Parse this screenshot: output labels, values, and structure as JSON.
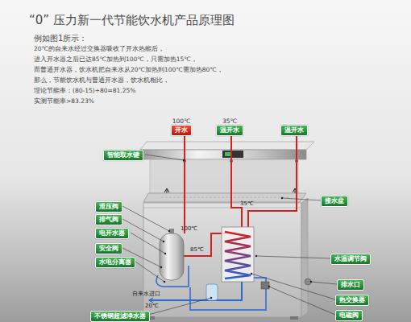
{
  "diagram": {
    "title": "“0” 压力新一代节能饮水机产品原理图",
    "nodes": [
      {
        "text": [
          "100℃",
          "开水"
        ]
      },
      {
        "text": [
          "35℃",
          "温开水"
        ]
      },
      {
        "text": [
          "温开水"
        ]
      },
      {
        "text": [
          "智能取水键"
        ]
      },
      {
        "text": [
          "泄压阀"
        ]
      },
      {
        "text": [
          "排气阀"
        ]
      },
      {
        "text": [
          "电开水器"
        ]
      },
      {
        "text": [
          "安全阀"
        ]
      },
      {
        "text": [
          "水电分离器"
        ]
      },
      {
        "text": [
          "不锈钢超滤净水器"
        ]
      },
      {
        "text": [
          "接水盆"
        ]
      },
      {
        "text": [
          "水温调节阀"
        ]
      },
      {
        "text": [
          "排水口"
        ]
      },
      {
        "text": [
          "热交换器"
        ]
      },
      {
        "text": [
          "电磁阀"
        ]
      }
    ],
    "labels": [
      "例如图1所示：",
      "20℃的自来水经过交换器吸收了开水热能后，",
      "进入开水器之后已达85℃加热到100℃，只需加热15℃，",
      "而普通开水器，饮水机把自来水从20℃加热到100℃需加热80℃，",
      "那么，节能饮水机与普通开水器，饮水机相比，",
      "理论节能率：(80-15)÷80=81.25%",
      "实测节能率>83.23%",
      "100℃",
      "85℃",
      "35℃",
      "自来水进口",
      "20℃"
    ]
  }
}
